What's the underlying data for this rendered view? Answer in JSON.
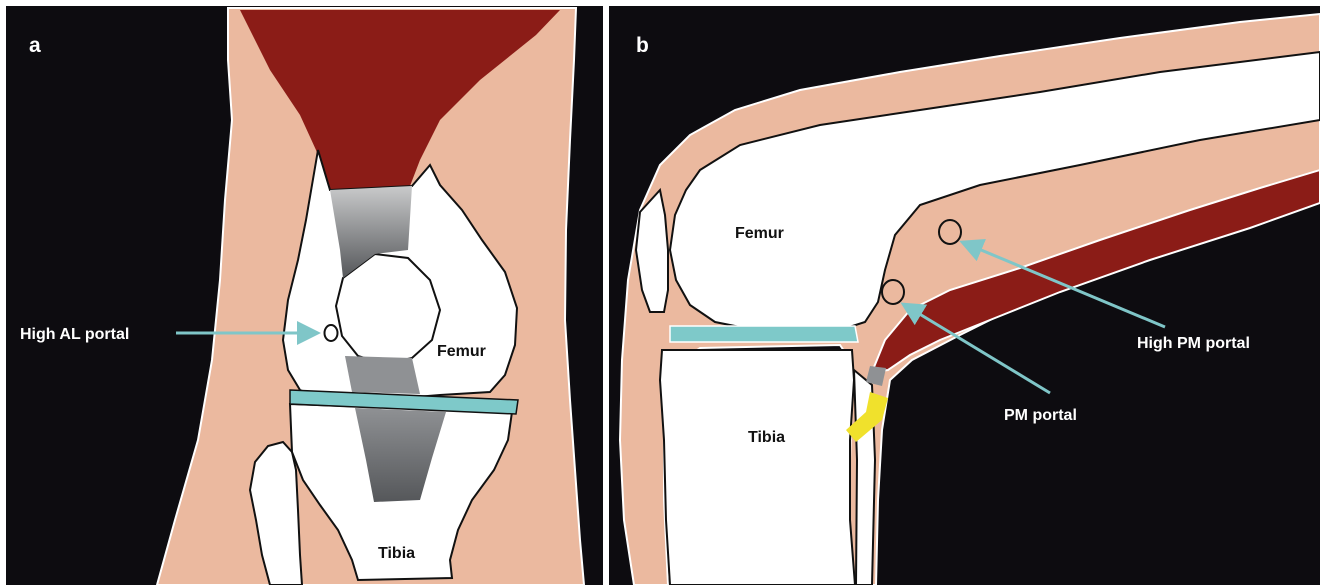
{
  "panels": [
    {
      "letter": "a",
      "femur_label": "Femur",
      "tibia_label": "Tibia",
      "portal_labels": [
        "High AL portal"
      ]
    },
    {
      "letter": "b",
      "femur_label": "Femur",
      "tibia_label": "Tibia",
      "portal_labels": [
        "High PM portal",
        "PM portal"
      ]
    }
  ],
  "colors": {
    "background": "#0d0c10",
    "skin": "#ebb99f",
    "muscle": "#8b1c17",
    "bone": "#ffffff",
    "meniscus": "#7ec9c9",
    "ligament_gradient": [
      "#c9cacb",
      "#5b5d60"
    ],
    "arrow": "#7fc6c8",
    "tendon": "#f0e12c"
  }
}
